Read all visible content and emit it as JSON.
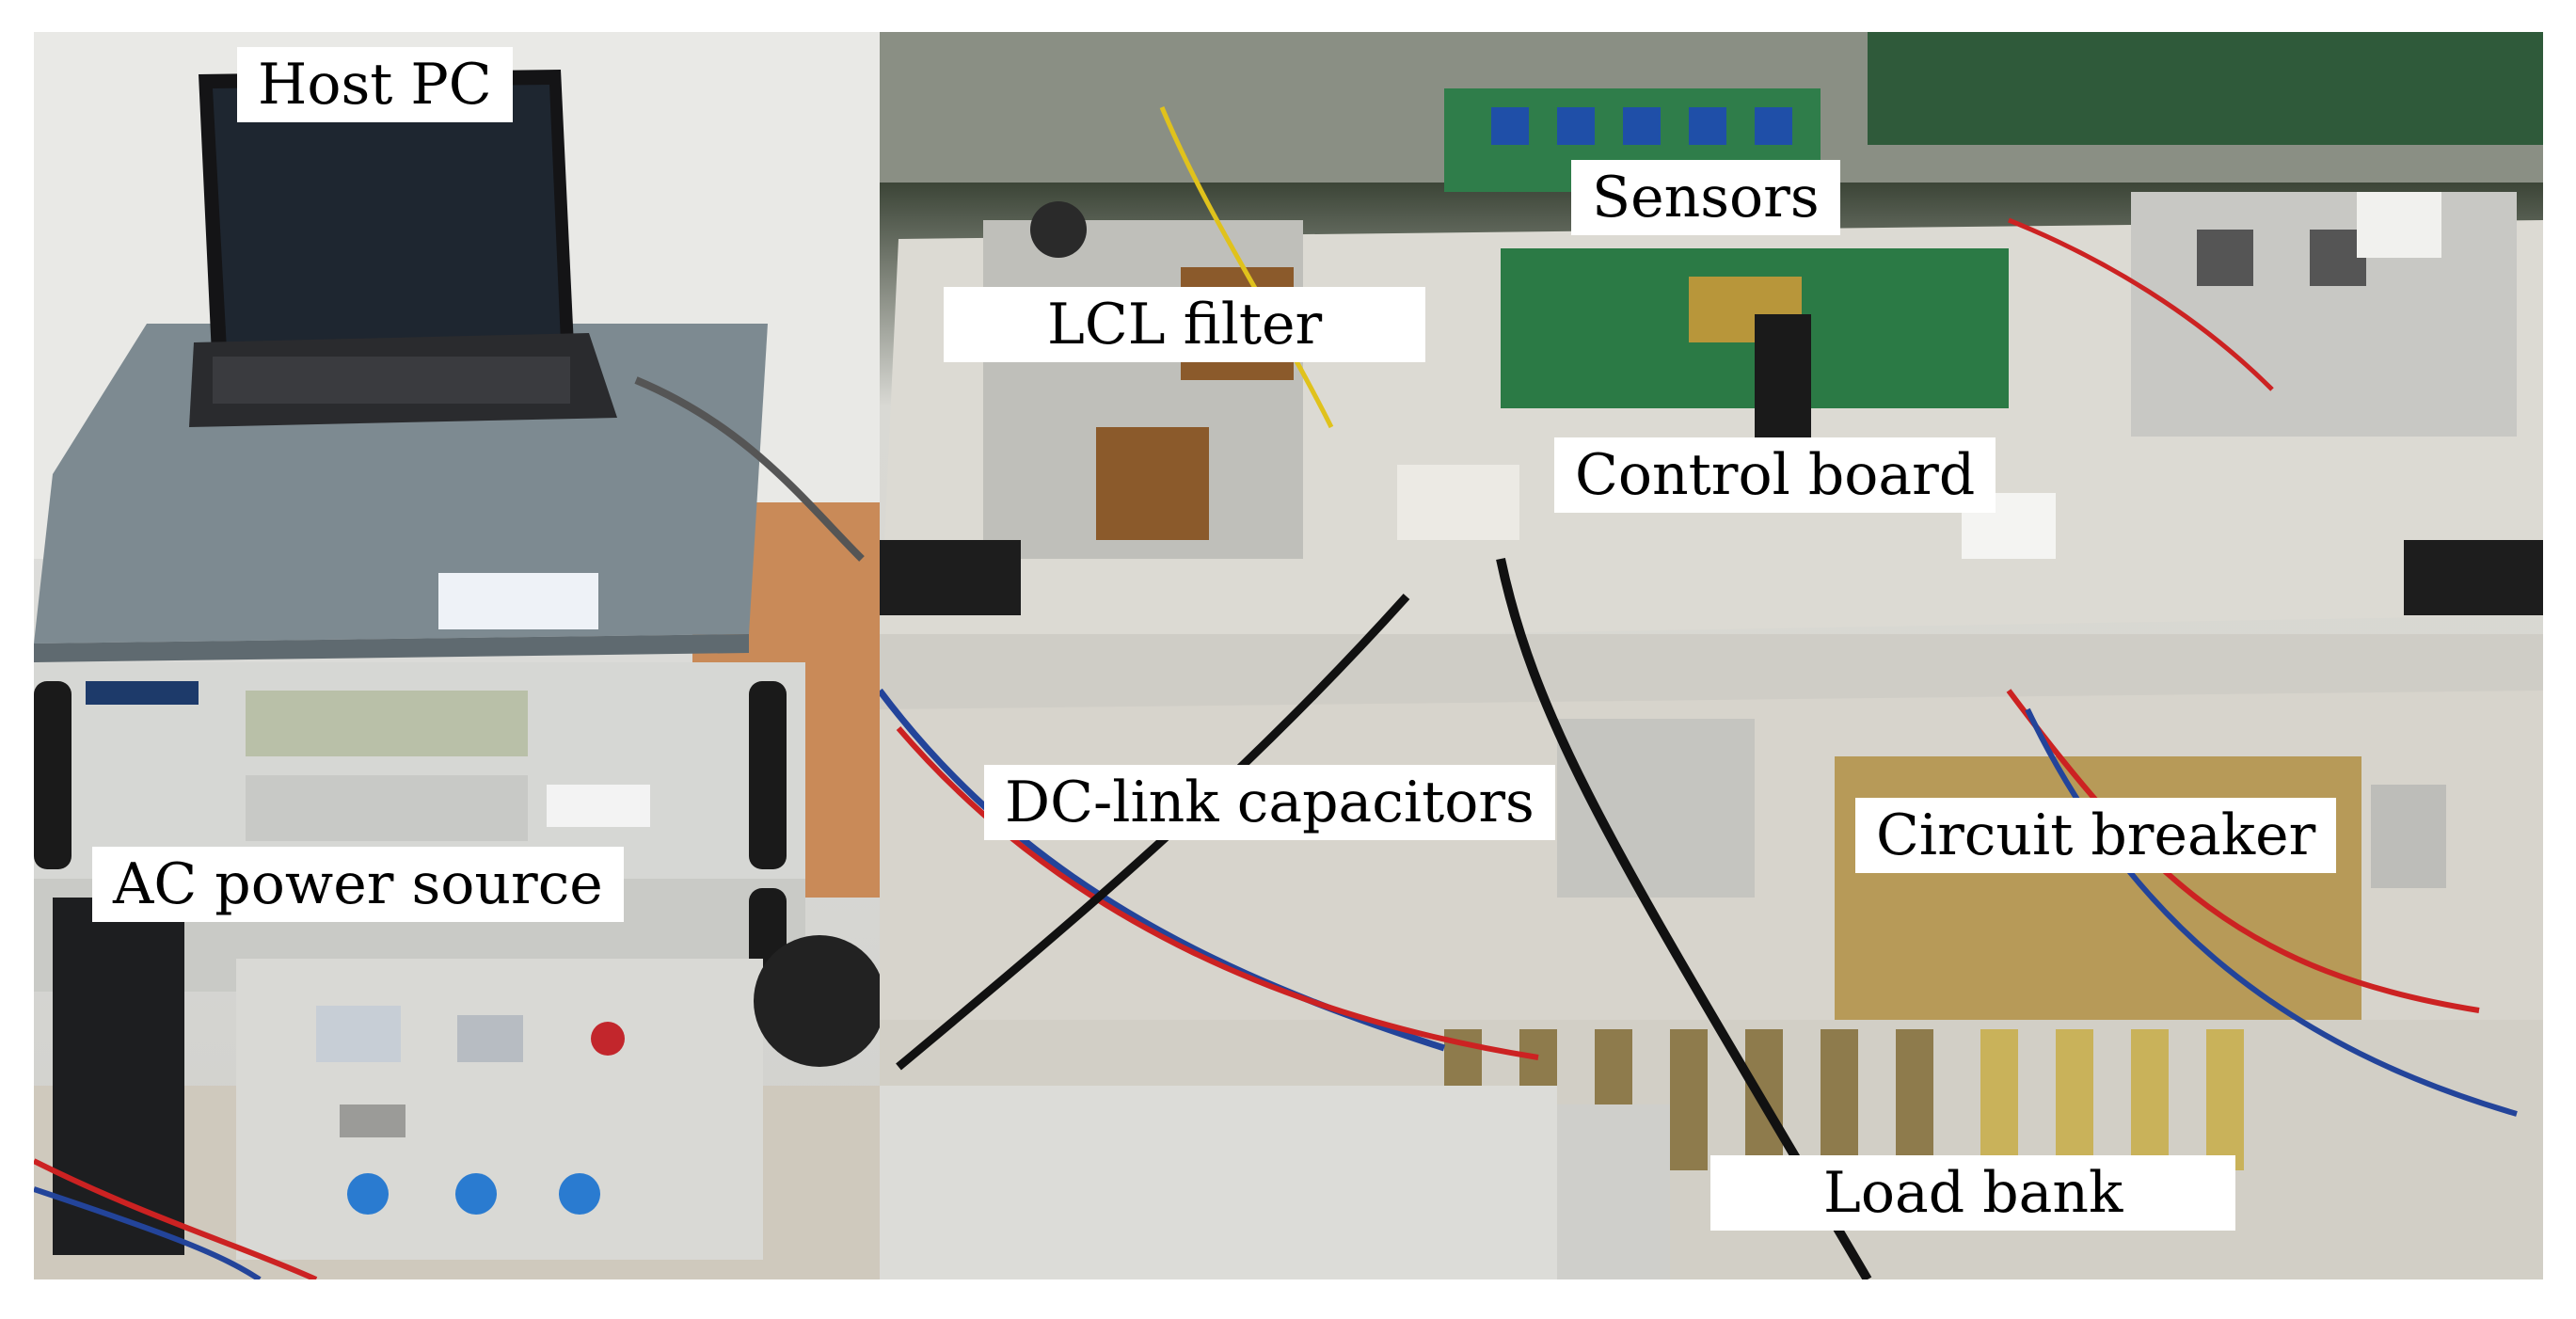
{
  "labels": {
    "host_pc": "Host PC",
    "ac_power_source": "AC power source",
    "lcl_filter": "LCL filter",
    "sensors": "Sensors",
    "control_board": "Control board",
    "dc_link_capacitors": "DC-link capacitors",
    "circuit_breaker": "Circuit breaker",
    "load_bank": "Load bank"
  }
}
